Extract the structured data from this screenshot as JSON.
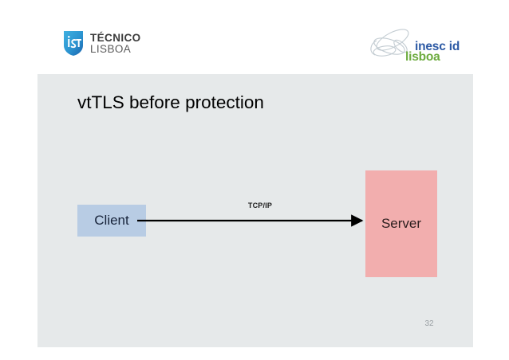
{
  "header": {
    "ist_logo": {
      "icon": "ist-shield-icon",
      "line1": "TÉCNICO",
      "line2": "LISBOA",
      "shield_color_top": "#2f9fd8",
      "shield_color_bottom": "#1f6fb5"
    },
    "inesc_logo": {
      "icon": "inesc-swirl-icon",
      "line1": "inesc id",
      "line2": "lisboa",
      "line1_color": "#2d5aa5",
      "line2_color": "#6cab3e",
      "swirl_color": "#c3ccd2"
    }
  },
  "slide": {
    "background_color": "#e6e9ea",
    "title": "vtTLS before protection",
    "page_number": "32",
    "diagram": {
      "nodes": [
        {
          "id": "client",
          "label": "Client",
          "color": "#b8cce4"
        },
        {
          "id": "server",
          "label": "Server",
          "color": "#f2aeae"
        }
      ],
      "connections": [
        {
          "from": "client",
          "to": "server",
          "label": "TCP/IP",
          "style": "arrow",
          "color": "#000000"
        }
      ]
    }
  }
}
